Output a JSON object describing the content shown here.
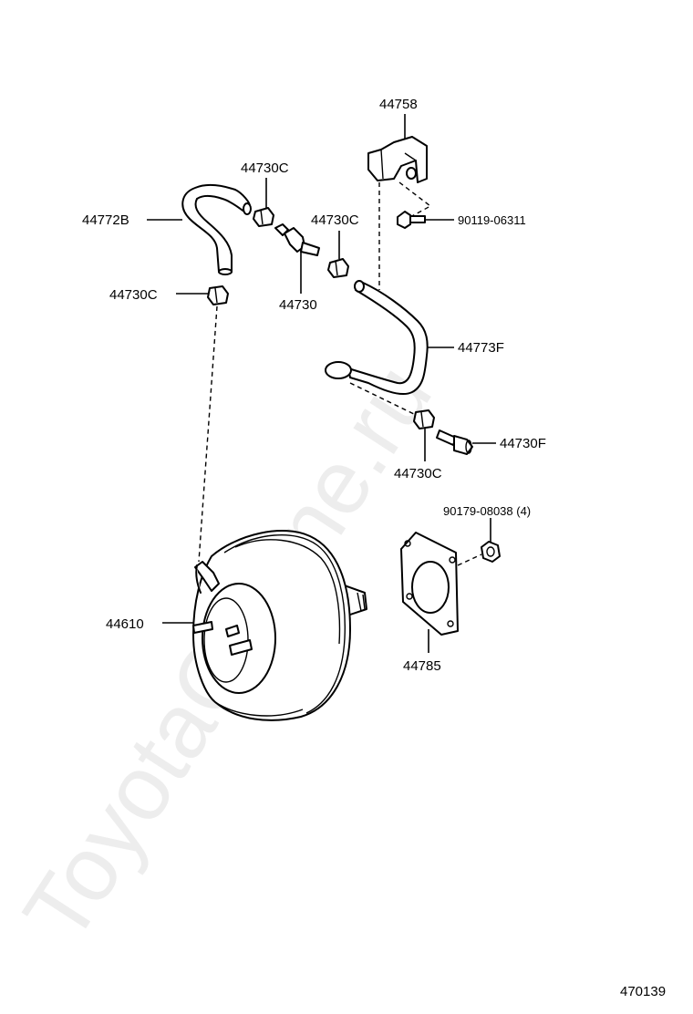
{
  "watermark": "ToyotaCarline.ru",
  "diagram_id": "470139",
  "parts": {
    "p44758": "44758",
    "p44730C_top": "44730C",
    "p44772B": "44772B",
    "p90119": "90119-06311",
    "p44730C_mid": "44730C",
    "p44730": "44730",
    "p44730C_left": "44730C",
    "p44773F": "44773F",
    "p44730F": "44730F",
    "p44730C_bottom": "44730C",
    "p90179": "90179-08038 (4)",
    "p44610": "44610",
    "p44785": "44785"
  }
}
